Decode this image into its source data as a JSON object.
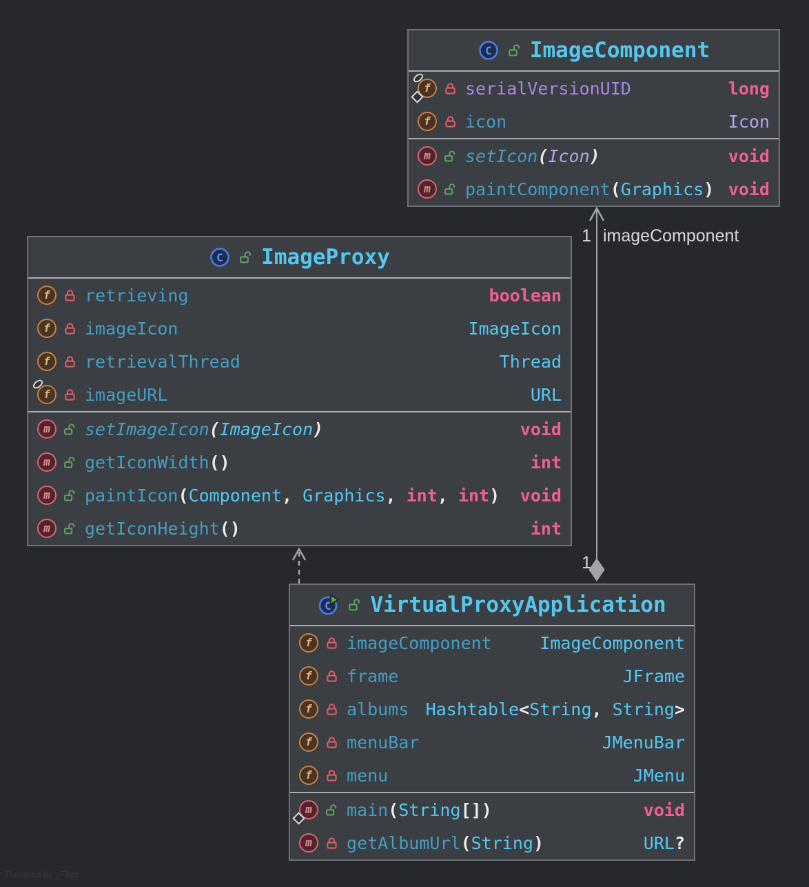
{
  "palette": {
    "canvas_bg": "#26282c",
    "box_bg": "#3b3e43",
    "box_border": "#6e7177",
    "separator": "#a9abaf",
    "title": "#54c7ee",
    "member": "#429ec2",
    "type": "#54c8f2",
    "type_alt": "#b5a2e8",
    "static_field": "#a887de",
    "keyword": "#ef5e96",
    "punct": "#e9ebee",
    "lock_private": "#e25d63",
    "lock_public": "#5b9e60",
    "field_icon": "#c5814b",
    "field_icon_bg": "#4a3421",
    "field_icon_letter": "#e3b57f",
    "method_icon": "#e2606c",
    "method_icon_bg": "#4d272c",
    "method_icon_letter": "#ed8a93",
    "class_icon": "#4a7de2",
    "class_icon_bg": "#1d2c50",
    "class_icon_letter": "#5d90f0",
    "run_overlay": "#57a64a",
    "marker": "#d8dade",
    "edge": "#a2a4a8",
    "edge_label": "#d6d9dc",
    "watermark_color": "#35373c"
  },
  "watermark": "Powered by yFiles",
  "classes": [
    {
      "name": "ImageComponent",
      "kind": "class",
      "visibility": "public",
      "members": [
        {
          "group": "field",
          "lock": "private",
          "overlays": [
            "ellipse",
            "diamond"
          ],
          "italic": false,
          "segments": [
            [
              "serialVersionUID",
              "static_field"
            ]
          ],
          "type": [
            [
              "long",
              "keyword"
            ]
          ]
        },
        {
          "group": "field",
          "lock": "private",
          "overlays": [],
          "italic": false,
          "segments": [
            [
              "icon",
              "member"
            ]
          ],
          "type": [
            [
              "Icon",
              "type_alt"
            ]
          ]
        },
        {
          "group": "method",
          "lock": "public",
          "overlays": [],
          "italic": true,
          "segments": [
            [
              "setIcon",
              "member"
            ],
            [
              "(",
              "punct"
            ],
            [
              "Icon",
              "type_alt"
            ],
            [
              ")",
              "punct"
            ]
          ],
          "type": [
            [
              "void",
              "keyword"
            ]
          ]
        },
        {
          "group": "method",
          "lock": "public",
          "overlays": [],
          "italic": false,
          "segments": [
            [
              "paintComponent",
              "member"
            ],
            [
              "(",
              "punct"
            ],
            [
              "Graphics",
              "type"
            ],
            [
              ")",
              "punct"
            ]
          ],
          "type": [
            [
              "void",
              "keyword"
            ]
          ]
        }
      ]
    },
    {
      "name": "ImageProxy",
      "kind": "class",
      "visibility": "public",
      "members": [
        {
          "group": "field",
          "lock": "private",
          "overlays": [],
          "italic": false,
          "segments": [
            [
              "retrieving",
              "member"
            ]
          ],
          "type": [
            [
              "boolean",
              "keyword"
            ]
          ]
        },
        {
          "group": "field",
          "lock": "private",
          "overlays": [],
          "italic": false,
          "segments": [
            [
              "imageIcon",
              "member"
            ]
          ],
          "type": [
            [
              "ImageIcon",
              "type"
            ]
          ]
        },
        {
          "group": "field",
          "lock": "private",
          "overlays": [],
          "italic": false,
          "segments": [
            [
              "retrievalThread",
              "member"
            ]
          ],
          "type": [
            [
              "Thread",
              "type"
            ]
          ]
        },
        {
          "group": "field",
          "lock": "private",
          "overlays": [
            "ellipse"
          ],
          "italic": false,
          "segments": [
            [
              "imageURL",
              "member"
            ]
          ],
          "type": [
            [
              "URL",
              "type"
            ]
          ]
        },
        {
          "group": "method",
          "lock": "public",
          "overlays": [],
          "italic": true,
          "segments": [
            [
              "setImageIcon",
              "member"
            ],
            [
              "(",
              "punct"
            ],
            [
              "ImageIcon",
              "type"
            ],
            [
              ")",
              "punct"
            ]
          ],
          "type": [
            [
              "void",
              "keyword"
            ]
          ]
        },
        {
          "group": "method",
          "lock": "public",
          "overlays": [],
          "italic": false,
          "segments": [
            [
              "getIconWidth",
              "member"
            ],
            [
              "()",
              "punct"
            ]
          ],
          "type": [
            [
              "int",
              "keyword"
            ]
          ]
        },
        {
          "group": "method",
          "lock": "public",
          "overlays": [],
          "italic": false,
          "segments": [
            [
              "paintIcon",
              "member"
            ],
            [
              "(",
              "punct"
            ],
            [
              "Component",
              "type"
            ],
            [
              ", ",
              "punct"
            ],
            [
              "Graphics",
              "type"
            ],
            [
              ", ",
              "punct"
            ],
            [
              "int",
              "keyword"
            ],
            [
              ", ",
              "punct"
            ],
            [
              "int",
              "keyword"
            ],
            [
              ")",
              "punct"
            ]
          ],
          "type": [
            [
              "void",
              "keyword"
            ]
          ]
        },
        {
          "group": "method",
          "lock": "public",
          "overlays": [],
          "italic": false,
          "segments": [
            [
              "getIconHeight",
              "member"
            ],
            [
              "()",
              "punct"
            ]
          ],
          "type": [
            [
              "int",
              "keyword"
            ]
          ]
        }
      ]
    },
    {
      "name": "VirtualProxyApplication",
      "kind": "runnable-class",
      "visibility": "public",
      "members": [
        {
          "group": "field",
          "lock": "private",
          "overlays": [],
          "italic": false,
          "segments": [
            [
              "imageComponent",
              "member"
            ]
          ],
          "type": [
            [
              "ImageComponent",
              "type"
            ]
          ]
        },
        {
          "group": "field",
          "lock": "private",
          "overlays": [],
          "italic": false,
          "segments": [
            [
              "frame",
              "member"
            ]
          ],
          "type": [
            [
              "JFrame",
              "type"
            ]
          ]
        },
        {
          "group": "field",
          "lock": "private",
          "overlays": [],
          "italic": false,
          "segments": [
            [
              "albums",
              "member"
            ]
          ],
          "type": [
            [
              "Hashtable",
              "type"
            ],
            [
              "<",
              "punct"
            ],
            [
              "String",
              "type"
            ],
            [
              ", ",
              "punct"
            ],
            [
              "String",
              "type"
            ],
            [
              ">",
              "punct"
            ]
          ]
        },
        {
          "group": "field",
          "lock": "private",
          "overlays": [],
          "italic": false,
          "segments": [
            [
              "menuBar",
              "member"
            ]
          ],
          "type": [
            [
              "JMenuBar",
              "type"
            ]
          ]
        },
        {
          "group": "field",
          "lock": "private",
          "overlays": [],
          "italic": false,
          "segments": [
            [
              "menu",
              "member"
            ]
          ],
          "type": [
            [
              "JMenu",
              "type"
            ]
          ]
        },
        {
          "group": "method",
          "lock": "public",
          "overlays": [
            "diamond"
          ],
          "italic": false,
          "segments": [
            [
              "main",
              "member"
            ],
            [
              "(",
              "punct"
            ],
            [
              "String",
              "type"
            ],
            [
              "[])",
              "punct"
            ]
          ],
          "type": [
            [
              "void",
              "keyword"
            ]
          ]
        },
        {
          "group": "method",
          "lock": "private",
          "overlays": [],
          "italic": false,
          "segments": [
            [
              "getAlbumUrl",
              "member"
            ],
            [
              "(",
              "punct"
            ],
            [
              "String",
              "type"
            ],
            [
              ")",
              "punct"
            ]
          ],
          "type": [
            [
              "URL",
              "type"
            ],
            [
              "?",
              "punct"
            ]
          ]
        }
      ]
    }
  ],
  "edges": [
    {
      "type": "aggregation",
      "from": "VirtualProxyApplication",
      "to": "ImageComponent",
      "labels": [
        {
          "text": "1"
        },
        {
          "text": "imageComponent"
        },
        {
          "text": "1"
        }
      ]
    },
    {
      "type": "dependency",
      "from": "VirtualProxyApplication",
      "to": "ImageProxy",
      "labels": []
    }
  ]
}
